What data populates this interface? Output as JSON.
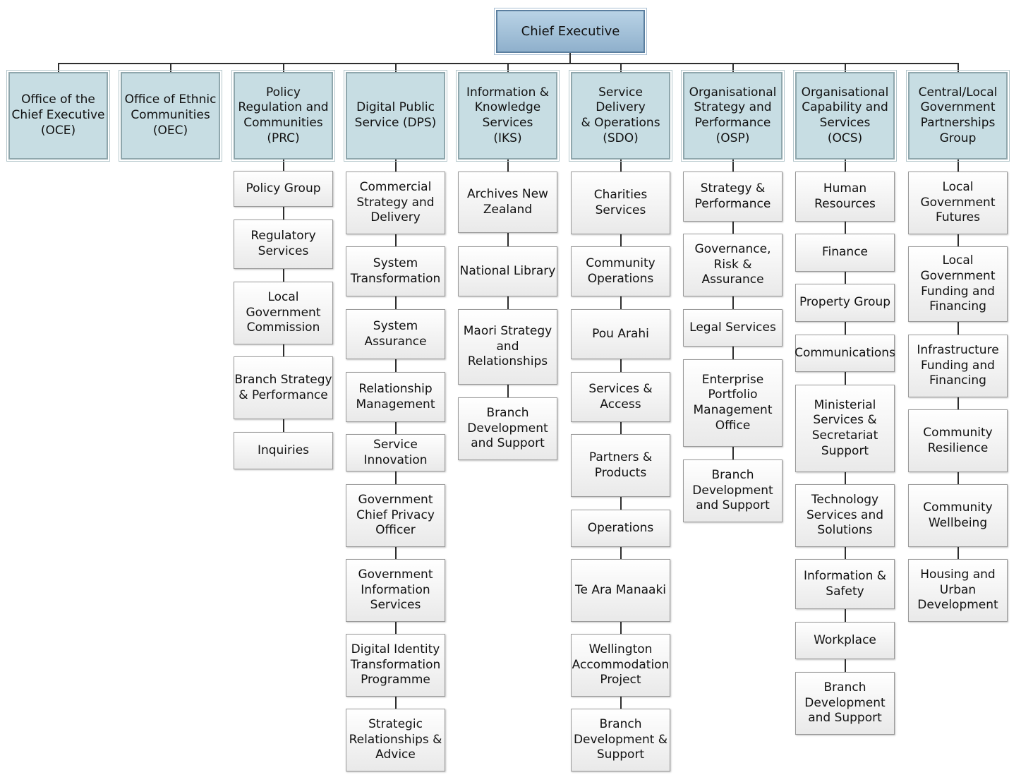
{
  "chief": "Chief Executive",
  "columns": [
    {
      "head": "Office of the\nChief Executive\n(OCE)",
      "units": []
    },
    {
      "head": "Office of Ethnic\nCommunities\n(OEC)",
      "units": []
    },
    {
      "head": "Policy\nRegulation and\nCommunities\n(PRC)",
      "units": [
        "Policy Group",
        "Regulatory\nServices",
        "Local\nGovernment\nCommission",
        "Branch Strategy\n& Performance",
        "Inquiries"
      ]
    },
    {
      "head": "Digital Public\nService (DPS)",
      "units": [
        "Commercial\nStrategy and\nDelivery",
        "System\nTransformation",
        "System\nAssurance",
        "Relationship\nManagement",
        "Service\nInnovation",
        "Government\nChief Privacy\nOfficer",
        "Government\nInformation\nServices",
        "Digital Identity\nTransformation\nProgramme",
        "Strategic\nRelationships &\nAdvice"
      ]
    },
    {
      "head": "Information &\nKnowledge\nServices\n(IKS)",
      "units": [
        "Archives New\nZealand",
        "National Library",
        "Maori Strategy\nand\nRelationships",
        "Branch\nDevelopment\nand Support"
      ]
    },
    {
      "head": "Service Delivery\n& Operations\n(SDO)",
      "units": [
        "Charities\nServices",
        "Community\nOperations",
        "Pou Arahi",
        "Services &\nAccess",
        "Partners &\nProducts",
        "Operations",
        "Te Ara Manaaki",
        "Wellington\nAccommodation\nProject",
        "Branch\nDevelopment &\nSupport"
      ]
    },
    {
      "head": "Organisational\nStrategy and\nPerformance\n(OSP)",
      "units": [
        "Strategy &\nPerformance",
        "Governance,\nRisk &\nAssurance",
        "Legal Services",
        "Enterprise\nPortfolio\nManagement\nOffice",
        "Branch\nDevelopment\nand Support"
      ]
    },
    {
      "head": "Organisational\nCapability and\nServices\n(OCS)",
      "units": [
        "Human\nResources",
        "Finance",
        "Property Group",
        "Communications",
        "Ministerial\nServices &\nSecretariat\nSupport",
        "Technology\nServices and\nSolutions",
        "Information &\nSafety",
        "Workplace",
        "Branch\nDevelopment\nand Support"
      ]
    },
    {
      "head": "Central/Local\nGovernment\nPartnerships\nGroup",
      "units": [
        "Local\nGovernment\nFutures",
        "Local\nGovernment\nFunding and\nFinancing",
        "Infrastructure\nFunding and\nFinancing",
        "Community\nResilience",
        "Community\nWellbeing",
        "Housing and\nUrban\nDevelopment"
      ]
    }
  ],
  "colors": {
    "ceo_fill": "#a4c1da",
    "head_fill": "#c7dde3",
    "unit_fill": "#f2f2f2",
    "connector": "#2e2e2e"
  }
}
